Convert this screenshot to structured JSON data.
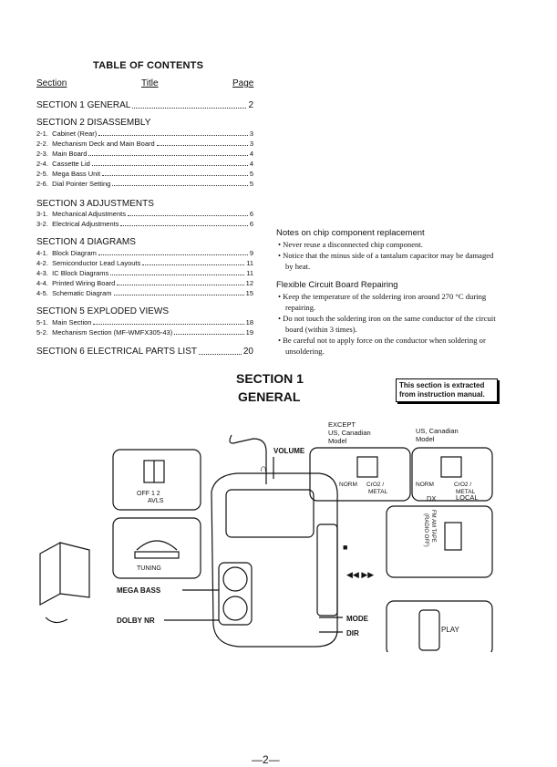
{
  "toc": {
    "title": "TABLE OF CONTENTS",
    "col_section": "Section",
    "col_title": "Title",
    "col_page": "Page",
    "sections": [
      {
        "heading": "SECTION 1 GENERAL",
        "page": "2",
        "items": []
      },
      {
        "heading": "SECTION 2 DISASSEMBLY",
        "page": "",
        "items": [
          {
            "num": "2-1.",
            "label": "Cabinet (Rear)",
            "page": "3"
          },
          {
            "num": "2-2.",
            "label": "Mechanism Deck and Main Board",
            "page": "3"
          },
          {
            "num": "2-3.",
            "label": "Main Board",
            "page": "4"
          },
          {
            "num": "2-4.",
            "label": "Cassette Lid",
            "page": "4"
          },
          {
            "num": "2-5.",
            "label": "Mega Bass Unit",
            "page": "5"
          },
          {
            "num": "2-6.",
            "label": "Dial Pointer Setting",
            "page": "5"
          }
        ]
      },
      {
        "heading": "SECTION 3 ADJUSTMENTS",
        "page": "",
        "items": [
          {
            "num": "3-1.",
            "label": "Mechanical Adjustments",
            "page": "6"
          },
          {
            "num": "3-2.",
            "label": "Electrical Adjustments",
            "page": "6"
          }
        ]
      },
      {
        "heading": "SECTION 4 DIAGRAMS",
        "page": "",
        "items": [
          {
            "num": "4-1.",
            "label": "Block Diagram",
            "page": "9"
          },
          {
            "num": "4-2.",
            "label": "Semiconductor Lead Layouts",
            "page": "11"
          },
          {
            "num": "4-3.",
            "label": "IC Block Diagrams",
            "page": "11"
          },
          {
            "num": "4-4.",
            "label": "Printed Wiring Board",
            "page": "12"
          },
          {
            "num": "4-5.",
            "label": "Schematic Diagram",
            "page": "15"
          }
        ]
      },
      {
        "heading": "SECTION 5 EXPLODED VIEWS",
        "page": "",
        "items": [
          {
            "num": "5-1.",
            "label": "Main Section",
            "page": "18"
          },
          {
            "num": "5-2.",
            "label": "Mechanism Section (MF-WMFX305-43)",
            "page": "19"
          }
        ]
      },
      {
        "heading": "SECTION 6 ELECTRICAL PARTS LIST",
        "page": "20",
        "items": []
      }
    ]
  },
  "notes": {
    "chip_title": "Notes on chip component replacement",
    "chip_items": [
      "Never reuse a disconnected chip component.",
      "Notice that the minus side of a tantalum capacitor may be damaged by heat."
    ],
    "flex_title": "Flexible Circuit Board Repairing",
    "flex_items": [
      "Keep the temperature of the soldering iron around 270 °C during repairing.",
      "Do not touch the soldering iron on the same conductor of the circuit board (within 3 times).",
      "Be careful not to apply force on the conductor when soldering or unsoldering."
    ]
  },
  "section": {
    "title": "SECTION 1",
    "subtitle": "GENERAL",
    "extract_note_1": "This section is extracted",
    "extract_note_2": "from instruction manual."
  },
  "diagram": {
    "except_label_1": "EXCEPT",
    "except_label_2": "US, Canadian",
    "except_label_3": "Model",
    "us_label_1": "US, Canadian",
    "us_label_2": "Model",
    "volume": "VOLUME",
    "avls_positions": "OFF  1  2",
    "avls": "AVLS",
    "tuning": "TUNING",
    "mega_bass": "MEGA BASS",
    "dolby_nr": "DOLBY NR",
    "mode": "MODE",
    "dir": "DIR",
    "play": "PLAY",
    "norm": "NORM",
    "cro2": "CrO2 /",
    "metal": "METAL",
    "dx": "DX",
    "local": "LOCAL",
    "fm_am_tape": "FM AM TAPE",
    "radio_off": "(RADIO OFF)",
    "ff_rew": "◀◀  ▶▶",
    "stop": "■",
    "headphone_icon": "headphone-icon"
  },
  "footer": {
    "page_number": "—2—"
  }
}
